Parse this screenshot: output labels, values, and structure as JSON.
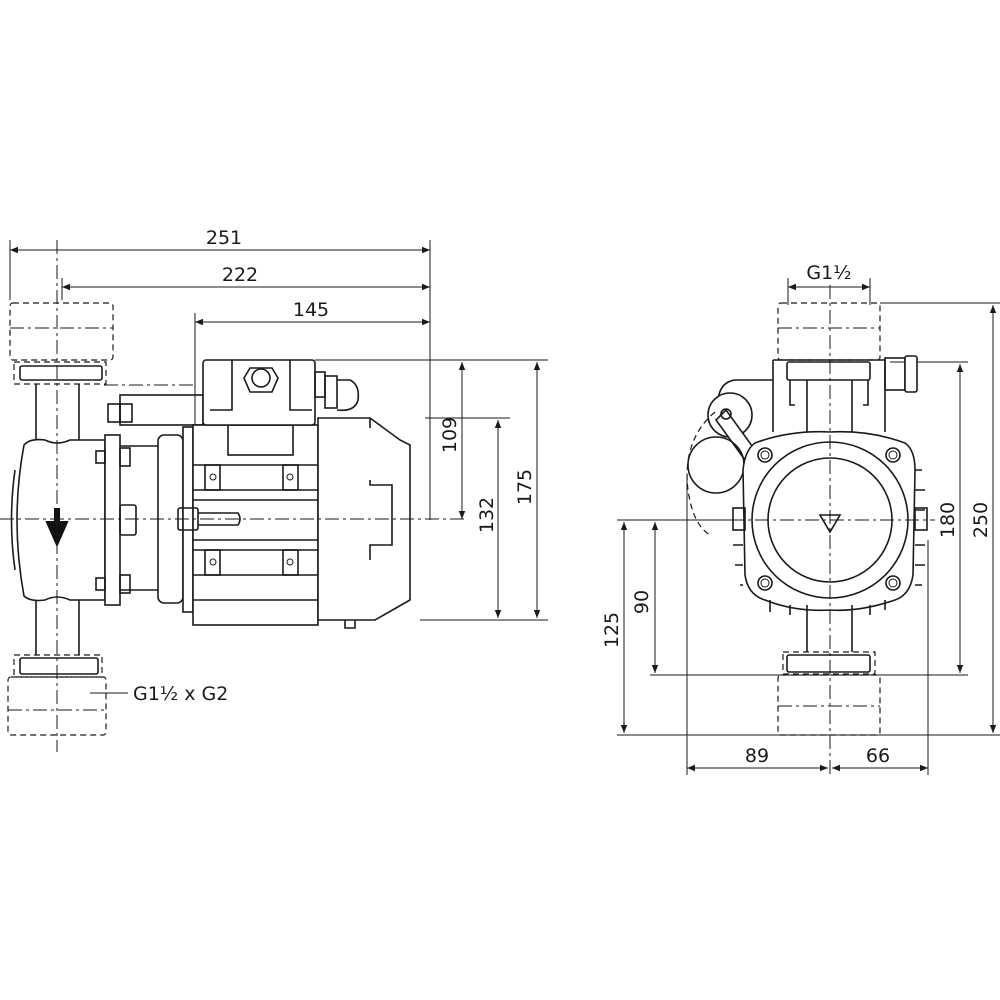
{
  "side_view": {
    "dimensions": {
      "overall_length": "251",
      "length_to_flange": "222",
      "motor_length": "145",
      "height_to_terminal": "109",
      "motor_height": "132",
      "total_height": "175"
    },
    "connection_label": "G1½ x G2"
  },
  "front_view": {
    "dimensions": {
      "thread": "G1½",
      "overall_height": "250",
      "port_distance": "180",
      "lower_height": "125",
      "axis_to_port": "90",
      "left_width": "89",
      "right_width": "66"
    }
  }
}
